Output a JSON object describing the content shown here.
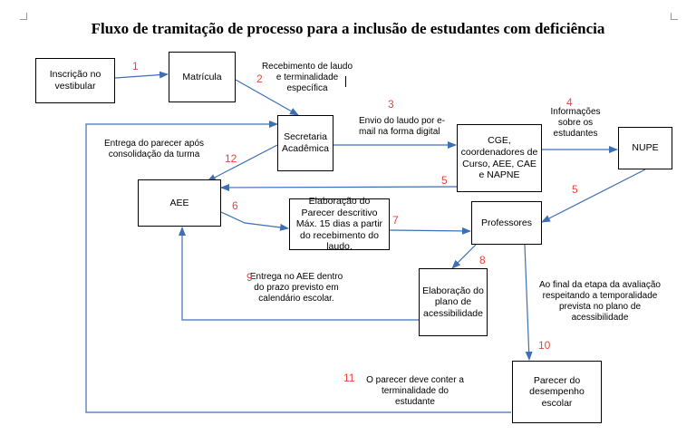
{
  "title": "Fluxo de tramitação de processo para a inclusão de estudantes com deficiência",
  "boxes": {
    "inscricao": "Inscrição no vestibular",
    "matricula": "Matrícula",
    "secretaria": "Secretaria Acadêmica",
    "cge": "CGE, coordenadores de Curso, AEE, CAE e NAPNE",
    "nupe": "NUPE",
    "aee": "AEE",
    "elaboracao_parecer": "Elaboração do Parecer descritivo Máx. 15 dias a partir  do recebimento do laudo.",
    "professores": "Professores",
    "plano": "Elaboração do plano de acessibilidade",
    "parecer_desempenho": "Parecer do desempenho escolar"
  },
  "labels": {
    "recebimento": "Recebimento de laudo e terminalidade específica",
    "envio": "Envio do laudo por e-mail na forma digital",
    "informacoes": "Informações sobre os estudantes",
    "entrega_parecer": "Entrega do parecer após consolidação da turma",
    "entrega_aee": "Entrega no AEE dentro do prazo previsto em calendário escolar.",
    "final_etapa": "Ao final da etapa da avaliação respeitando a temporalidade prevista no plano de acessibilidade",
    "terminalidade": "O parecer deve conter a terminalidade do estudante"
  },
  "numbers": {
    "n1": "1",
    "n2": "2",
    "n3": "3",
    "n4": "4",
    "n5a": "5",
    "n5b": "5",
    "n6": "6",
    "n7": "7",
    "n8": "8",
    "n9": "9",
    "n10": "10",
    "n11": "11",
    "n12": "12"
  },
  "colors": {
    "arrow": "#3d6fb4",
    "number": "#e8453c",
    "border": "#000000"
  }
}
